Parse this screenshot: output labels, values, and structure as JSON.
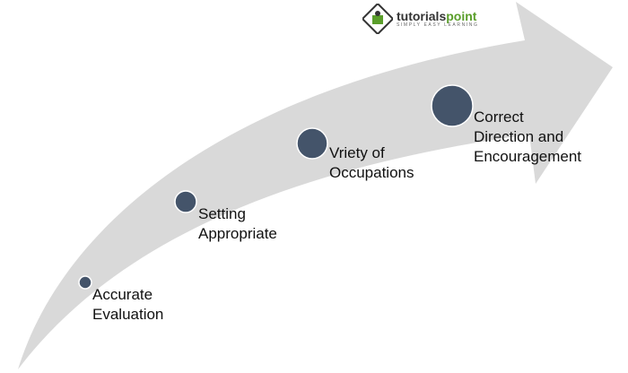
{
  "logo": {
    "name_part1": "tutorials",
    "name_part2": "point",
    "tagline": "SIMPLY EASY LEARNING"
  },
  "colors": {
    "arrow": "#d9d9d9",
    "circle": "#44546a",
    "circle_border": "#ffffff",
    "text": "#111111"
  },
  "steps": [
    {
      "line1": "Accurate",
      "line2": "Evaluation"
    },
    {
      "line1": "Setting",
      "line2": "Appropriate"
    },
    {
      "line1": "Vriety of",
      "line2": "Occupations"
    },
    {
      "line1": "Correct",
      "line2": "Direction and",
      "line3": "Encouragement"
    }
  ]
}
